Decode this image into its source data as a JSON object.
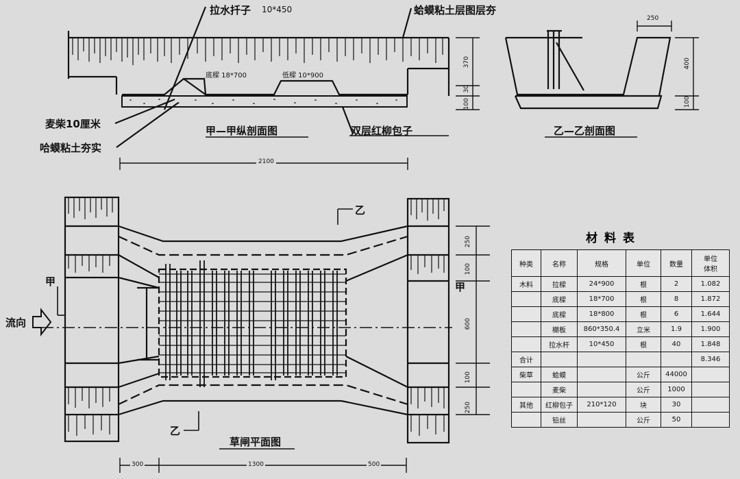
{
  "section_long": {
    "tie_rod": "拉水扦子",
    "tie_rod_spec": "10*450",
    "clay_layers": "蛤蟆粘土层图层夯",
    "beam1": "底樑 18*700",
    "beam2": "低樑 10*900",
    "straw": "麦柴10厘米",
    "clay_rammed": "哈蟆粘土夯实",
    "title": "甲—甲纵剖面图",
    "willow": "双层红柳包子",
    "dim_total": "2100",
    "dim_370": "370",
    "dim_30": "30",
    "dim_100": "100"
  },
  "section_cross": {
    "title": "乙—乙剖面图",
    "dim_250": "250",
    "dim_400": "400",
    "dim_100": "100"
  },
  "plan": {
    "title": "草闸平面图",
    "flow": "流向",
    "mark_jia_left": "甲",
    "mark_jia_right": "甲",
    "mark_yi_top": "乙",
    "mark_yi_bottom": "乙",
    "dim_300": "300",
    "dim_1300": "1300",
    "dim_500": "500",
    "dim_250a": "250",
    "dim_100a": "100",
    "dim_600": "600",
    "dim_100b": "100",
    "dim_250b": "250"
  },
  "material_table": {
    "title": "材料表",
    "headers": [
      "种类",
      "名称",
      "规格",
      "单位",
      "数量",
      "单位\n体积"
    ],
    "rows": [
      [
        "木料",
        "拉樑",
        "24*900",
        "根",
        "2",
        "1.082"
      ],
      [
        "",
        "底樑",
        "18*700",
        "根",
        "8",
        "1.872"
      ],
      [
        "",
        "底樑",
        "18*800",
        "根",
        "6",
        "1.644"
      ],
      [
        "",
        "樃板",
        "860*350.4",
        "立米",
        "1.9",
        "1.900"
      ],
      [
        "",
        "拉水杆",
        "10*450",
        "根",
        "40",
        "1.848"
      ],
      [
        "合计",
        "",
        "",
        "",
        "",
        "8.346"
      ],
      [
        "柴草",
        "蛤蟆",
        "",
        "公斤",
        "44000",
        ""
      ],
      [
        "",
        "麦柴",
        "",
        "公斤",
        "1000",
        ""
      ],
      [
        "其他",
        "红柳包子",
        "210*120",
        "块",
        "30",
        ""
      ],
      [
        "",
        "铅丝",
        "",
        "公斤",
        "50",
        ""
      ]
    ]
  }
}
